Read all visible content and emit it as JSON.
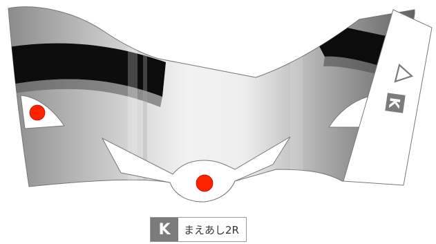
{
  "label": {
    "key": "K",
    "name": "まえあし2R"
  },
  "tab": {
    "key": "K",
    "icon": "play-triangle-icon"
  },
  "colors": {
    "marker": "#ff2200",
    "badge": "#7b7b7b"
  }
}
